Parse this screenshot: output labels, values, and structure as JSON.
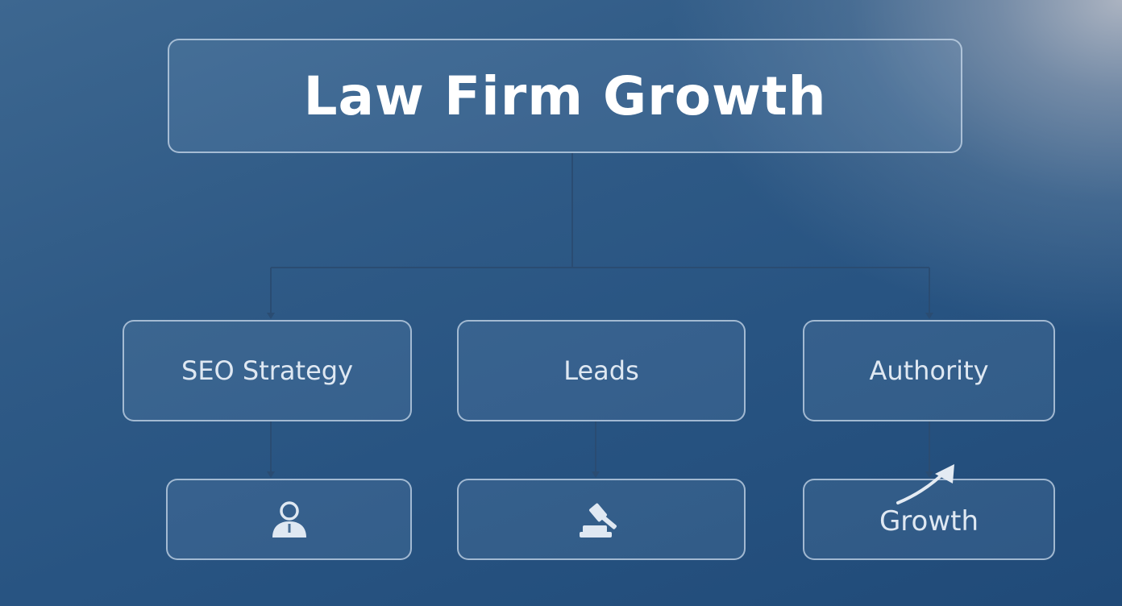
{
  "diagram": {
    "root": {
      "label": "Law Firm Growth"
    },
    "branches": [
      {
        "label": "SEO Strategy",
        "child": {
          "icon": "person-icon"
        }
      },
      {
        "label": "Leads",
        "child": {
          "icon": "gavel-icon"
        }
      },
      {
        "label": "Authority",
        "child": {
          "label": "Growth",
          "icon": "upward-arrow-icon"
        }
      }
    ]
  },
  "colors": {
    "background": "#2f5a86",
    "box_border": "#c8d8ea",
    "connector": "#2a4c72",
    "text": "#ffffff"
  }
}
